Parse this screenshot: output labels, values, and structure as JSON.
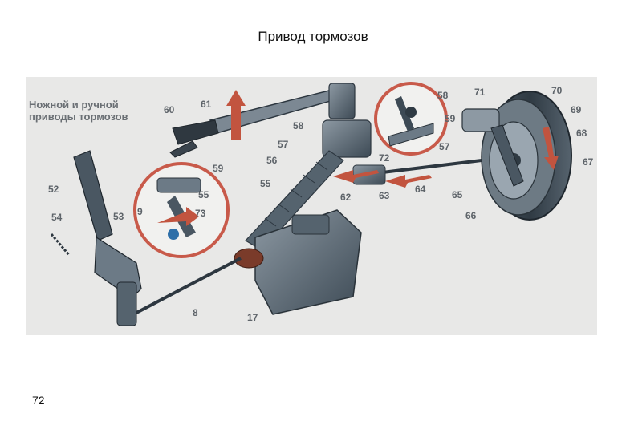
{
  "page": {
    "title": "Привод тормозов",
    "page_number": "72"
  },
  "diagram": {
    "heading_line1": "Ножной и ручной",
    "heading_line2": "приводы тормозов",
    "callouts": {
      "c8": "8",
      "c9": "9",
      "c17": "17",
      "c52": "52",
      "c53": "53",
      "c54": "54",
      "c55a": "55",
      "c55b": "55",
      "c56": "56",
      "c57a": "57",
      "c57b": "57",
      "c58a": "58",
      "c58b": "58",
      "c59a": "59",
      "c59b": "59",
      "c60": "60",
      "c61": "61",
      "c62": "62",
      "c63": "63",
      "c64": "64",
      "c65": "65",
      "c66": "66",
      "c67": "67",
      "c68": "68",
      "c69": "69",
      "c70": "70",
      "c71": "71",
      "c72": "72",
      "c73": "73"
    },
    "colors": {
      "metal_dark": "#3d4a55",
      "metal_mid": "#6c7a86",
      "metal_light": "#9aa6b0",
      "arrow_red": "#c2543f",
      "boot_brown": "#7a3b2a",
      "label_gray": "#5e646a",
      "inset_ring": "#c85a4a"
    }
  }
}
